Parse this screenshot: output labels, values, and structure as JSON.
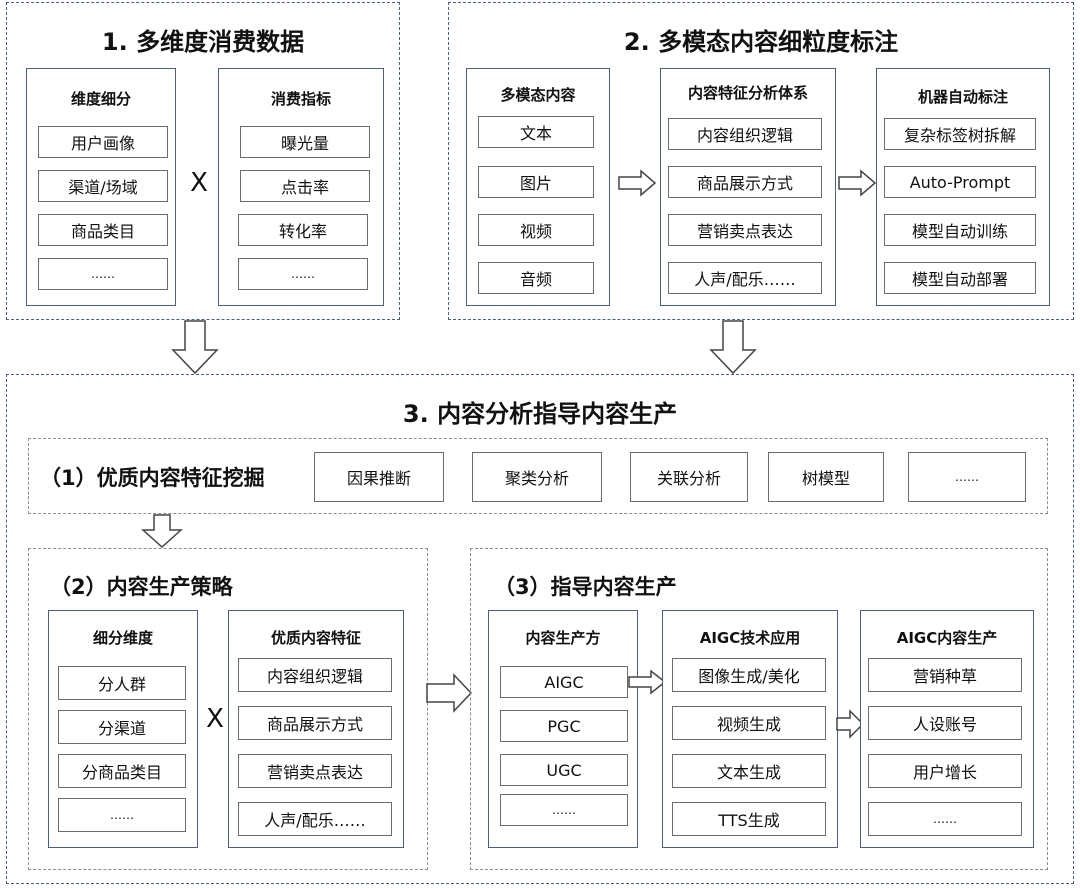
{
  "section1": {
    "title": "1. 多维度消费数据",
    "dimensions": {
      "title": "维度细分",
      "items": [
        "用户画像",
        "渠道/场域",
        "商品类目",
        "……"
      ]
    },
    "cross": "X",
    "metrics": {
      "title": "消费指标",
      "items": [
        "曝光量",
        "点击率",
        "转化率",
        "……"
      ]
    }
  },
  "section2": {
    "title": "2. 多模态内容细粒度标注",
    "multimodal": {
      "title": "多模态内容",
      "items": [
        "文本",
        "图片",
        "视频",
        "音频"
      ]
    },
    "feature_system": {
      "title": "内容特征分析体系",
      "items": [
        "内容组织逻辑",
        "商品展示方式",
        "营销卖点表达",
        "人声/配乐……"
      ]
    },
    "auto_label": {
      "title": "机器自动标注",
      "items": [
        "复杂标签树拆解",
        "Auto-Prompt",
        "模型自动训练",
        "模型自动部署"
      ]
    }
  },
  "section3": {
    "title": "3. 内容分析指导内容生产",
    "mining": {
      "title": "（1）优质内容特征挖掘",
      "items": [
        "因果推断",
        "聚类分析",
        "关联分析",
        "树模型",
        "……"
      ]
    },
    "strategy": {
      "title": "（2）内容生产策略",
      "dimensions": {
        "title": "细分维度",
        "items": [
          "分人群",
          "分渠道",
          "分商品类目",
          "……"
        ]
      },
      "cross": "X",
      "features": {
        "title": "优质内容特征",
        "items": [
          "内容组织逻辑",
          "商品展示方式",
          "营销卖点表达",
          "人声/配乐……"
        ]
      }
    },
    "guide": {
      "title": "（3）指导内容生产",
      "producers": {
        "title": "内容生产方",
        "items": [
          "AIGC",
          "PGC",
          "UGC",
          "……"
        ]
      },
      "aigc_tech": {
        "title": "AIGC技术应用",
        "items": [
          "图像生成/美化",
          "视频生成",
          "文本生成",
          "TTS生成"
        ]
      },
      "aigc_output": {
        "title": "AIGC内容生产",
        "items": [
          "营销种草",
          "人设账号",
          "用户增长",
          "……"
        ]
      }
    }
  }
}
